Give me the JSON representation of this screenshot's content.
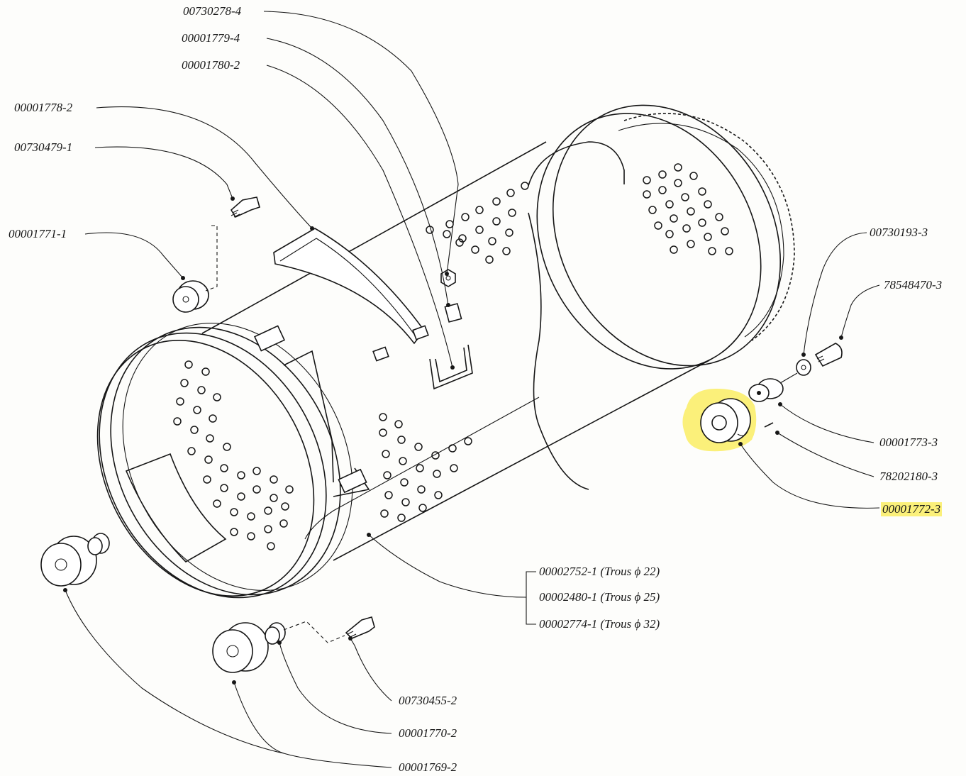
{
  "labels": {
    "p00730278_4": "00730278-4",
    "p00001779_4": "00001779-4",
    "p00001780_2": "00001780-2",
    "p00001778_2": "00001778-2",
    "p00730479_1": "00730479-1",
    "p00001771_1": "00001771-1",
    "p00730193_3": "00730193-3",
    "p78548470_3": "78548470-3",
    "p00001773_3": "00001773-3",
    "p78202180_3": "78202180-3",
    "p00001772_3": "00001772-3",
    "p00002752_1": "00002752-1 (Trous ϕ 22)",
    "p00002480_1": "00002480-1 (Trous ϕ 25)",
    "p00002774_1": "00002774-1 (Trous ϕ 32)",
    "p00730455_2": "00730455-2",
    "p00001770_2": "00001770-2",
    "p00001769_2": "00001769-2"
  },
  "highlight_color": "#fbf07a"
}
